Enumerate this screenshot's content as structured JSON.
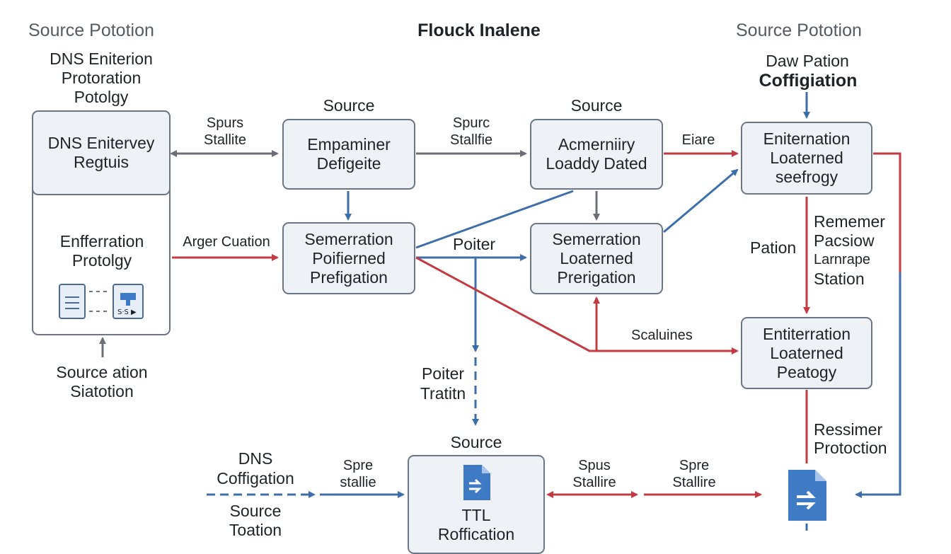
{
  "header": {
    "left_title": "Source Pototion",
    "center_title": "Flouck Inalene",
    "right_title": "Source Pototion"
  },
  "labels": {
    "dns_enterion": [
      "DNS Eniterion",
      "Protoration",
      "Potolgy"
    ],
    "day_pation": "Daw Pation",
    "coffigiation": "Coffigiation",
    "source_1": "Source",
    "source_2": "Source",
    "source_bottom": "Source",
    "spurs_stallite_1": [
      "Spurs",
      "Stallite"
    ],
    "spurc_stallfie": [
      "Spurc",
      "Stallfie"
    ],
    "eiare": "Eiare",
    "arger_cuation": "Arger Cuation",
    "poiter": "Poiter",
    "remember": [
      "Rememer",
      "Pacsiow",
      "Larnrape",
      "Station"
    ],
    "pation": "Pation",
    "scaluines": "Scaluines",
    "source_ation": [
      "Source ation",
      "Siatotion"
    ],
    "poiter_tratitn": [
      "Poiter",
      "Tratitn"
    ],
    "ressimer": [
      "Ressimer",
      "Protoction"
    ],
    "dns_coffigation": [
      "DNS",
      "Coffigation"
    ],
    "spre_stallie": [
      "Spre",
      "stallie"
    ],
    "spus_stallire": [
      "Spus",
      "Stallire"
    ],
    "spre_stallire": [
      "Spre",
      "Stallire"
    ],
    "source_toation": [
      "Source",
      "Toation"
    ]
  },
  "boxes": {
    "dns_registry": [
      "DNS Enitervey",
      "Regtuis"
    ],
    "enfferration": [
      "Enfferration",
      "Protolgy"
    ],
    "empaminer": [
      "Empaminer",
      "Defigeite"
    ],
    "acmerniiry": [
      "Acmerniiry",
      "Loaddy Dated"
    ],
    "eniternation": [
      "Eniternation",
      "Loaterned",
      "seefrogy"
    ],
    "semerration_1": [
      "Semerration",
      "Poifierned",
      "Prefigation"
    ],
    "semerration_2": [
      "Semerration",
      "Loaterned",
      "Prerigation"
    ],
    "entiterration": [
      "Entiterration",
      "Loaterned",
      "Peatogy"
    ],
    "ttl": [
      "TTL",
      "Roffication"
    ]
  },
  "colors": {
    "blue_arrow": "#3e6ea8",
    "red_arrow": "#c23b43",
    "gray_arrow": "#6b6f75",
    "box_fill": "#eef1f6",
    "box_border": "#6b7686",
    "doc_icon": "#3f7ac4"
  },
  "icons": [
    "document-icon",
    "network-icon",
    "file-transfer-icon"
  ]
}
